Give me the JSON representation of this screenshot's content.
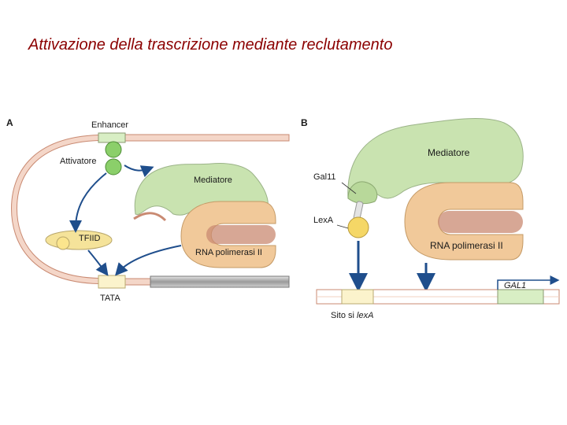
{
  "title": "Attivazione della trascrizione mediante reclutamento",
  "panel_a": {
    "letter": "A",
    "enhancer": "Enhancer",
    "activator": "Attivatore",
    "tfiid": "TFIID",
    "tata": "TATA",
    "mediator": "Mediatore",
    "polymerase": "RNA polimerasi II"
  },
  "panel_b": {
    "letter": "B",
    "mediator": "Mediatore",
    "gal11": "Gal11",
    "lexa": "LexA",
    "polymerase": "RNA polimerasi II",
    "gene": "GAL1",
    "site_prefix": "Sito si ",
    "site_gene": "lexA"
  },
  "colors": {
    "title": "#8b0000",
    "mediator_green": "#c9e3b0",
    "polymerase_tan": "#f1c99a",
    "dna_pink": "#f4d6c8",
    "arrow_blue": "#1f4e8c",
    "activator_green": "#8bcf6a",
    "tfiid_yellow": "#f5e39a"
  }
}
